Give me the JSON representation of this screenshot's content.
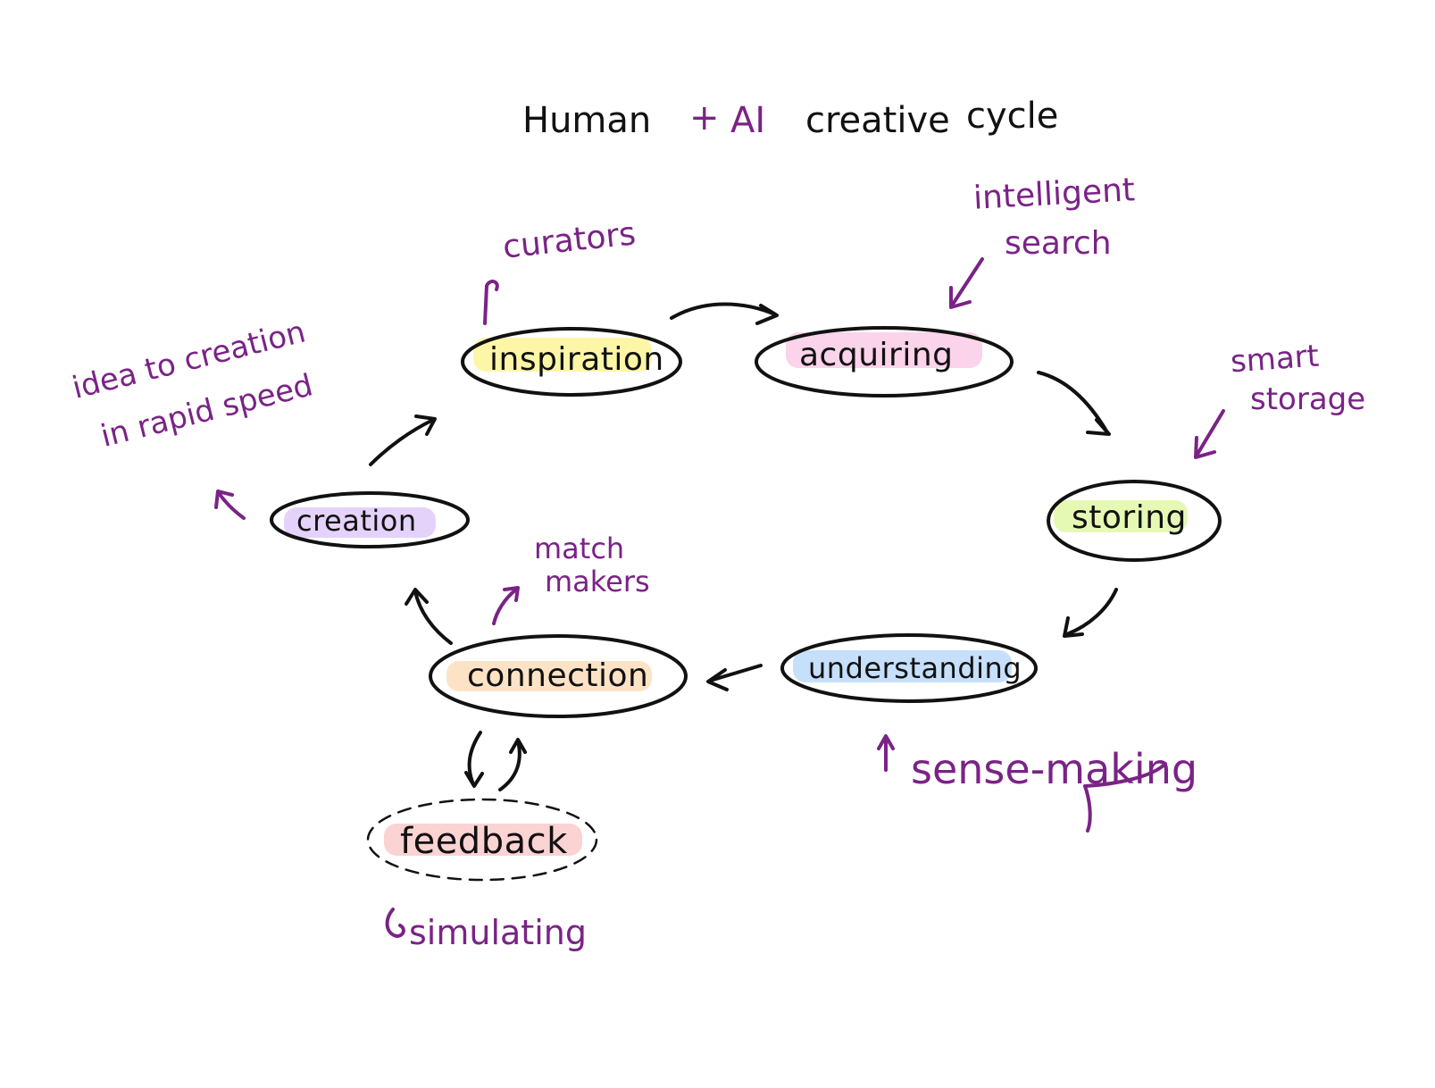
{
  "title": {
    "human": "Human",
    "plus": "+",
    "ai": "AI",
    "creative": "creative",
    "cycle": "cycle"
  },
  "nodes": {
    "inspiration": "inspiration",
    "acquiring": "acquiring",
    "storing": "storing",
    "understanding": "understanding",
    "connection": "connection",
    "creation": "creation",
    "feedback": "feedback"
  },
  "annotations": {
    "curators": "curators",
    "intelligent_search_1": "intelligent",
    "intelligent_search_2": "search",
    "smart_storage_1": "smart",
    "smart_storage_2": "storage",
    "sense_making": "sense-making",
    "match_makers_1": "match",
    "match_makers_2": "makers",
    "idea_to_creation_1": "idea to creation",
    "idea_to_creation_2": "in rapid speed",
    "simulating": "simulating"
  },
  "colors": {
    "ink": "#111111",
    "annotation": "#7a2386",
    "inspiration_highlight": "#fdf6a6",
    "acquiring_highlight": "#fbd3ea",
    "storing_highlight": "#e5f9b5",
    "understanding_highlight": "#c6dffa",
    "connection_highlight": "#fde3c6",
    "creation_highlight": "#e4d2fb",
    "feedback_highlight": "#fbd3d3"
  }
}
